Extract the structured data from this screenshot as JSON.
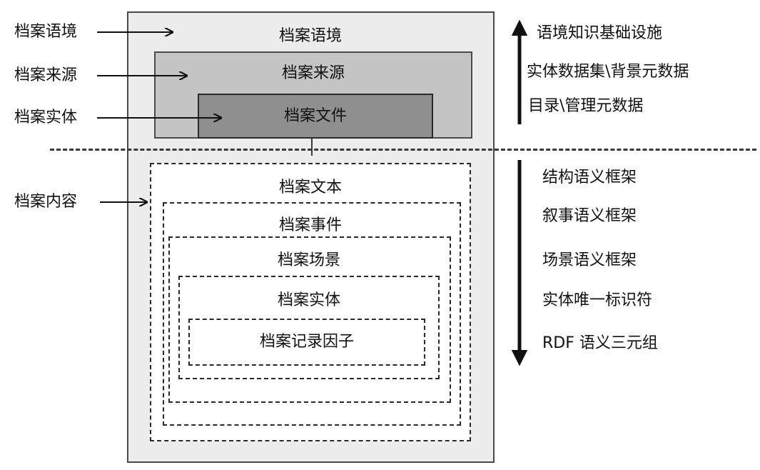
{
  "upper": {
    "outer_box_label": "档案语境",
    "source_box_label": "档案来源",
    "entity_box_label": "档案文件"
  },
  "lower": {
    "content_label": "档案文本",
    "event_label": "档案事件",
    "scene_label": "档案场景",
    "entity_label": "档案实体",
    "factor_label": "档案记录因子"
  },
  "left_labels": {
    "context": "档案语境",
    "source": "档案来源",
    "entity": "档案实体",
    "content": "档案内容"
  },
  "right_upper": [
    "语境知识基础设施",
    "实体数据集\\背景元数据",
    "目录\\管理元数据"
  ],
  "right_lower": [
    "结构语义框架",
    "叙事语义框架",
    "场景语义框架",
    "实体唯一标识符",
    "RDF 语义三元组"
  ]
}
